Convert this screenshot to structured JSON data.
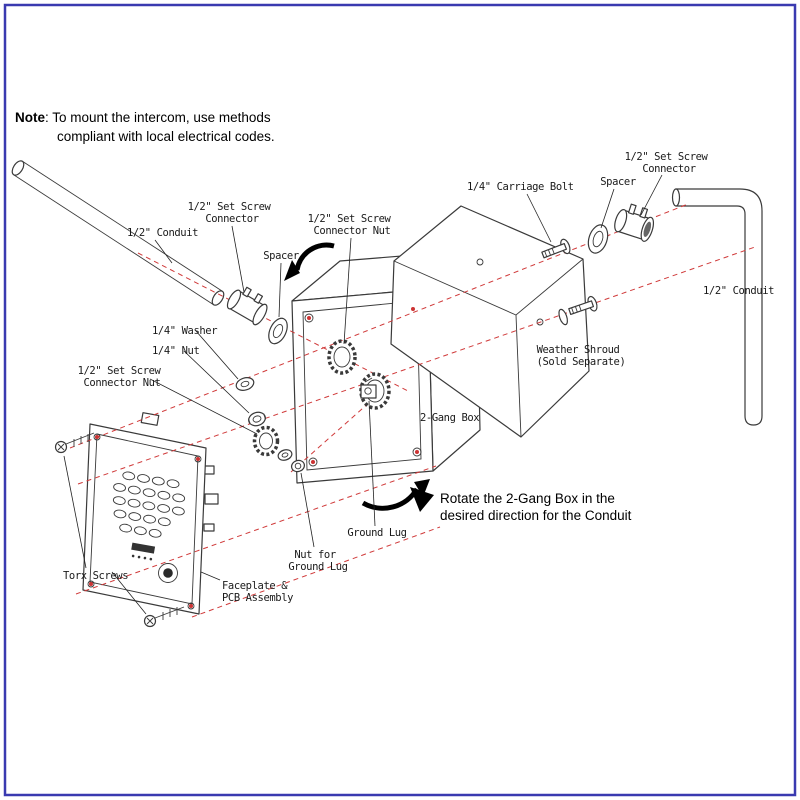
{
  "page": {
    "border_color": "#3a3ab0",
    "background": "#ffffff",
    "accent_red": "#d03a3a",
    "line_color": "#3a3a3a"
  },
  "note": {
    "bold": "Note",
    "rest": ": To mount the intercom, use methods",
    "line2": "compliant with local electrical codes."
  },
  "rotate": {
    "line1": "Rotate the 2-Gang Box in the",
    "line2": "desired direction for the Conduit"
  },
  "labels": [
    {
      "id": "conduit-left",
      "lines": [
        "1/2\" Conduit"
      ]
    },
    {
      "id": "set-screw-connector-left",
      "lines": [
        "1/2\" Set Screw",
        "Connector"
      ]
    },
    {
      "id": "spacer-left",
      "lines": [
        "Spacer"
      ]
    },
    {
      "id": "set-screw-connector-nut-top",
      "lines": [
        "1/2\" Set Screw",
        "Connector Nut"
      ]
    },
    {
      "id": "washer",
      "lines": [
        "1/4\" Washer"
      ]
    },
    {
      "id": "nut",
      "lines": [
        "1/4\" Nut"
      ]
    },
    {
      "id": "set-screw-connector-nut-left",
      "lines": [
        "1/2\" Set Screw",
        "Connector Nut"
      ]
    },
    {
      "id": "carriage-bolt",
      "lines": [
        "1/4\" Carriage Bolt"
      ]
    },
    {
      "id": "spacer-right",
      "lines": [
        "Spacer"
      ]
    },
    {
      "id": "set-screw-connector-right",
      "lines": [
        "1/2\" Set Screw",
        "Connector"
      ]
    },
    {
      "id": "conduit-right",
      "lines": [
        "1/2\" Conduit"
      ]
    },
    {
      "id": "weather-shroud",
      "lines": [
        "Weather Shroud",
        "(Sold Separate)"
      ]
    },
    {
      "id": "gang-box",
      "lines": [
        "2-Gang Box"
      ]
    },
    {
      "id": "ground-lug",
      "lines": [
        "Ground Lug"
      ]
    },
    {
      "id": "nut-for-ground-lug",
      "lines": [
        "Nut for",
        "Ground Lug"
      ]
    },
    {
      "id": "faceplate-pcb",
      "lines": [
        "Faceplate &",
        "PCB Assembly"
      ]
    },
    {
      "id": "torx-screws",
      "lines": [
        "Torx Screws"
      ]
    }
  ]
}
